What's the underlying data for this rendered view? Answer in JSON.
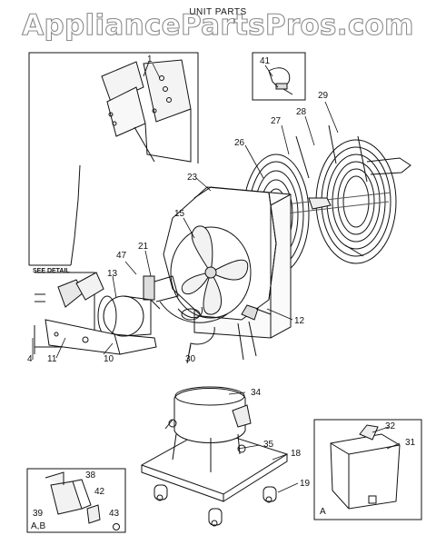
{
  "watermark": "AppliancePartsPros.com",
  "title": "UNIT PARTS",
  "see_detail": "SEE DETAIL",
  "callouts": {
    "c1": "1",
    "c4": "4",
    "c10": "10",
    "c11": "11",
    "c12": "12",
    "c13": "13",
    "c15": "15",
    "c18": "18",
    "c19": "19",
    "c21": "21",
    "c23": "23",
    "c26": "26",
    "c27": "27",
    "c28": "28",
    "c29": "29",
    "c30": "30",
    "c31": "31",
    "c32": "32",
    "c34": "34",
    "c35": "35",
    "c38": "38",
    "c39": "39",
    "c41": "41",
    "c42": "42",
    "c43": "43",
    "c47": "47"
  },
  "variant_labels": {
    "ab": "A,B",
    "a": "A"
  },
  "colors": {
    "line": "#111111",
    "watermark_outline": "#8c8c8c",
    "background": "#ffffff"
  }
}
